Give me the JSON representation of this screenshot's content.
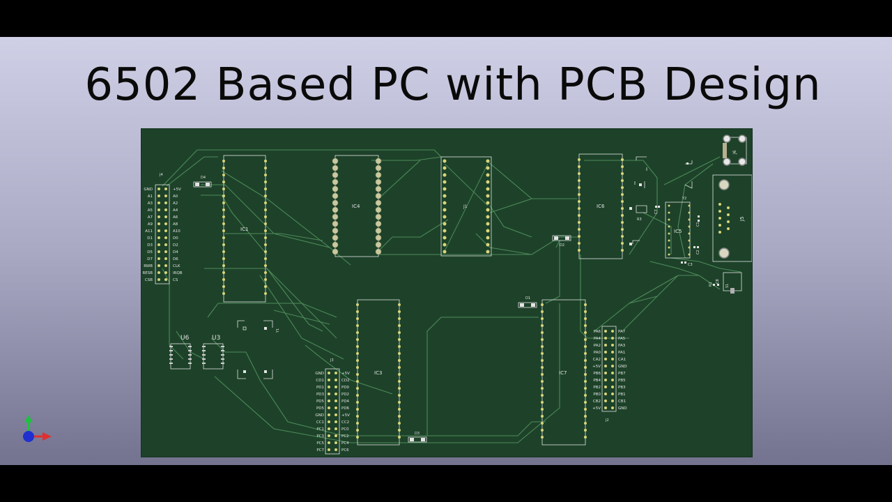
{
  "title": "6502 Based PC with PCB Design",
  "colors": {
    "board": "#1d4229",
    "trace": "#4e8a5a",
    "silkscreen": "#e4e4e4",
    "pad": "#d9d57a",
    "axis_x": "#e03030",
    "axis_y": "#20c040",
    "axis_z": "#2030d0"
  },
  "designators": {
    "j4": "J4",
    "ic1": "IC1",
    "ic4": "IC4",
    "j1": "J1",
    "ic6": "IC6",
    "j6": "J6",
    "j5": "J5",
    "ic5": "IC5",
    "y2": "Y2",
    "r3": "R3",
    "c7": "C7",
    "c1": "C1",
    "c2": "C2",
    "c3": "C3",
    "d2": "D2",
    "d1": "D1",
    "d3": "D3",
    "d4": "D4",
    "r1": "R1",
    "c8": "C8",
    "s1": "S1",
    "u6": "U6",
    "u3": "U3",
    "y1": "Y1",
    "j3": "J3",
    "ic3": "IC3",
    "ic7": "IC7",
    "j2": "J2"
  },
  "j4_left": [
    "GND",
    "A1",
    "A3",
    "A5",
    "A7",
    "A9",
    "A11",
    "D1",
    "D3",
    "D5",
    "D7",
    "RWB",
    "RESB",
    "CSB"
  ],
  "j4_right": [
    "+5V",
    "A0",
    "A2",
    "A4",
    "A6",
    "A8",
    "A10",
    "D0",
    "D2",
    "D4",
    "D6",
    "CLK",
    "IRQB",
    "CS"
  ],
  "j3_left": [
    "GND",
    "CD1",
    "PD1",
    "PD3",
    "PD5",
    "PD5",
    "GND",
    "CC1",
    "PC1",
    "PC3",
    "PC5",
    "PC7"
  ],
  "j3_right": [
    "+5V",
    "CD2",
    "PD0",
    "PD2",
    "PD4",
    "PD6",
    "+5V",
    "CC2",
    "PC0",
    "PC2",
    "PC4",
    "PC6"
  ],
  "j2_left": [
    "PA6",
    "PA4",
    "PA2",
    "PA0",
    "CA2",
    "+5V",
    "PB6",
    "PB4",
    "PB2",
    "PB0",
    "CB2",
    "+5V"
  ],
  "j2_right": [
    "PA7",
    "PA5",
    "PA3",
    "PA1",
    "CA1",
    "GND",
    "PB7",
    "PB5",
    "PB3",
    "PB1",
    "CB1",
    "GND"
  ]
}
